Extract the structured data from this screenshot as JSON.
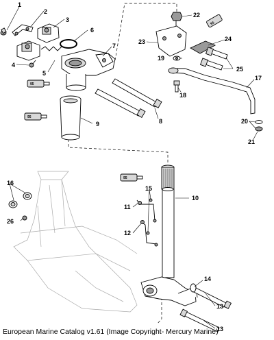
{
  "footer": {
    "catalog_version": "European Marine Catalog v1.61",
    "copyright": "(Image Copyright- Mercury Marine)"
  },
  "sealant_tube_label": "95",
  "callouts": [
    "1",
    "2",
    "3",
    "4",
    "5",
    "6",
    "7",
    "8",
    "9",
    "10",
    "11",
    "12",
    "13",
    "13",
    "14",
    "15",
    "16",
    "17",
    "18",
    "19",
    "20",
    "21",
    "22",
    "23",
    "24",
    "25",
    "26"
  ],
  "colors": {
    "line": "#000000",
    "ghost": "#aaaaaa",
    "background": "#ffffff"
  }
}
